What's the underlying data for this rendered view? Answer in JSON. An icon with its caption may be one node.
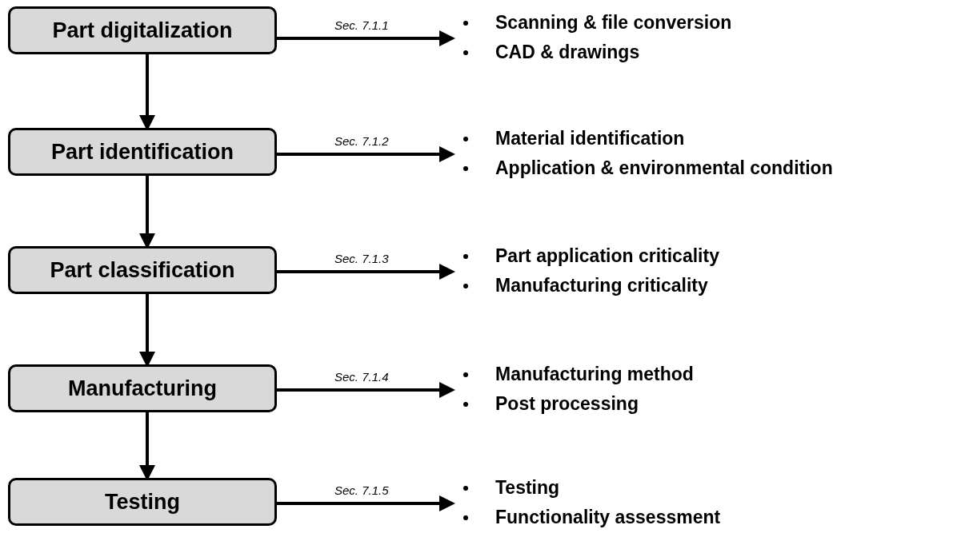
{
  "diagram": {
    "nodes": [
      {
        "text": [
          "Part digitalization"
        ]
      },
      {
        "text": [
          "Part identification"
        ]
      },
      {
        "text": [
          "Part classification"
        ]
      },
      {
        "text": [
          "Manufacturing"
        ]
      },
      {
        "text": [
          "Testing"
        ]
      },
      {
        "text": [
          "Scanning & file conversion",
          "CAD & drawings"
        ]
      },
      {
        "text": [
          "Material identification",
          "Application & environmental condition"
        ]
      },
      {
        "text": [
          "Part application criticality",
          "Manufacturing criticality"
        ]
      },
      {
        "text": [
          "Manufacturing method",
          "Post processing"
        ]
      },
      {
        "text": [
          "Testing",
          "Functionality assessment"
        ]
      }
    ],
    "edges": [
      {
        "from": 0,
        "to": 1,
        "arrow": "to"
      },
      {
        "from": 1,
        "to": 2,
        "arrow": "to"
      },
      {
        "from": 2,
        "to": 3,
        "arrow": "to"
      },
      {
        "from": 3,
        "to": 4,
        "arrow": "to"
      },
      {
        "from": 0,
        "to": 5,
        "arrow": "to",
        "label": "Sec. 7.1.1"
      },
      {
        "from": 1,
        "to": 6,
        "arrow": "to",
        "label": "Sec. 7.1.2"
      },
      {
        "from": 2,
        "to": 7,
        "arrow": "to",
        "label": "Sec. 7.1.3"
      },
      {
        "from": 3,
        "to": 8,
        "arrow": "to",
        "label": "Sec. 7.1.4"
      },
      {
        "from": 4,
        "to": 9,
        "arrow": "to",
        "label": "Sec. 7.1.5"
      }
    ]
  }
}
